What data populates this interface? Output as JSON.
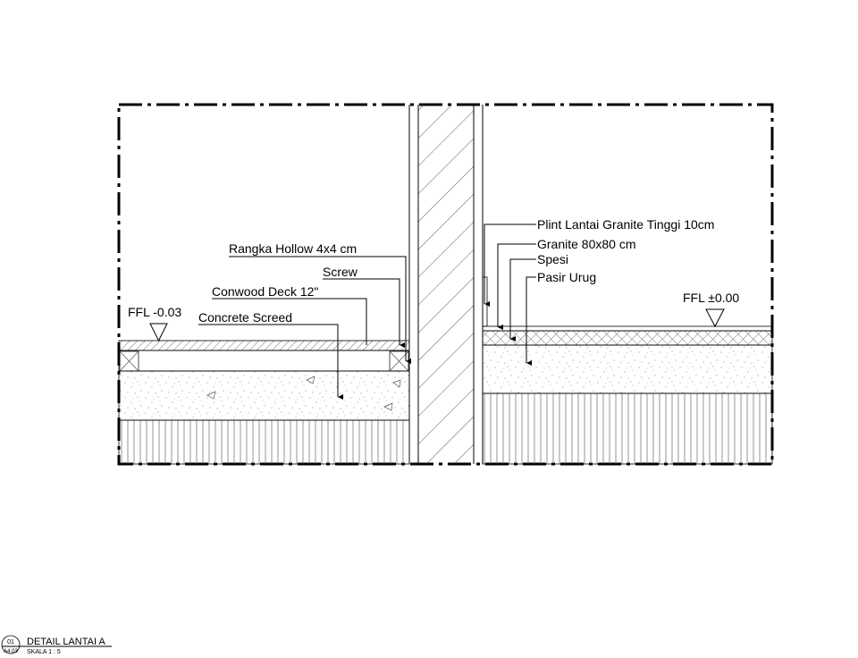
{
  "drawing": {
    "left_labels": {
      "hollow": "Rangka Hollow 4x4 cm",
      "screw": "Screw",
      "deck": "Conwood Deck 12\"",
      "screed": "Concrete Screed",
      "ffl": "FFL -0.03"
    },
    "right_labels": {
      "plint": "Plint Lantai Granite Tinggi 10cm",
      "granite": "Granite 80x80 cm",
      "spesi": "Spesi",
      "pasir": "Pasir Urug",
      "ffl": "FFL ±0.00"
    }
  },
  "title_block": {
    "number": "01",
    "sheet": "A4.03",
    "title": "DETAIL LANTAI A",
    "scale": "SKALA 1 : 5"
  }
}
